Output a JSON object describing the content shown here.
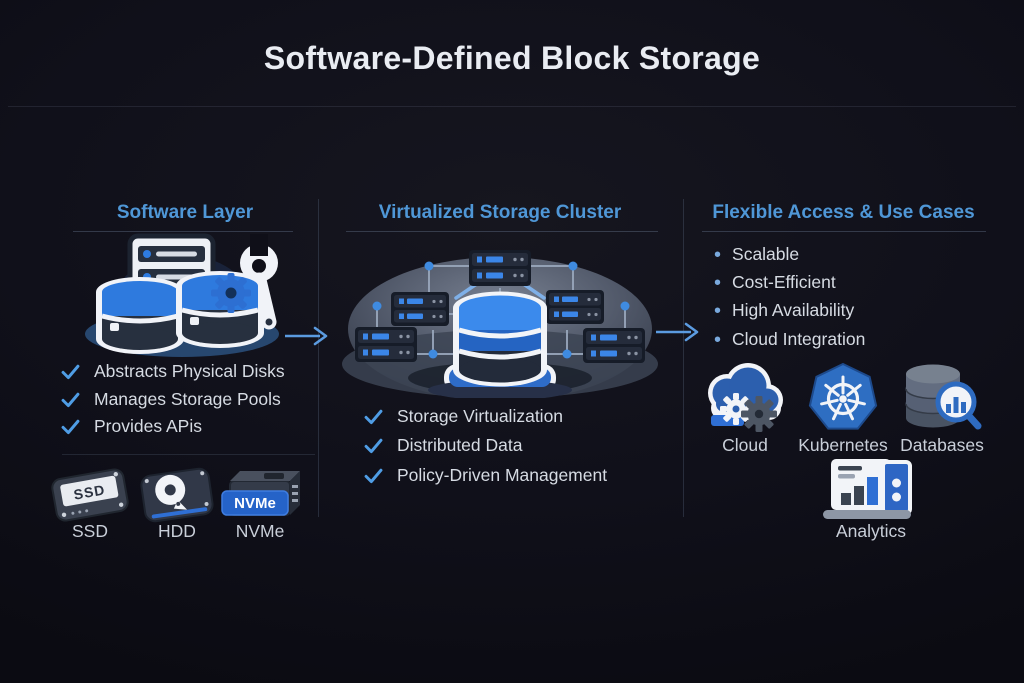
{
  "title": "Software-Defined Block Storage",
  "sections": {
    "software_layer": {
      "header": "Software Layer",
      "checklist": [
        "Abstracts Physical Disks",
        "Manages Storage Pools",
        "Provides APis"
      ],
      "drives": [
        {
          "label": "SSD",
          "icon_text": "SSD"
        },
        {
          "label": "HDD"
        },
        {
          "label": "NVMe",
          "icon_text": "NVMe"
        }
      ]
    },
    "virtualized_cluster": {
      "header": "Virtualized Storage Cluster",
      "checklist": [
        "Storage Virtualization",
        "Distributed Data",
        "Policy-Driven Management"
      ]
    },
    "flexible_access": {
      "header": "Flexible Access & Use Cases",
      "bullets": [
        "Scalable",
        "Cost-Efficient",
        "High Availability",
        "Cloud Integration"
      ],
      "use_case_icons": [
        {
          "label": "Cloud"
        },
        {
          "label": "Kubernetes"
        },
        {
          "label": "Databases"
        },
        {
          "label": "Analytics"
        }
      ]
    }
  },
  "colors": {
    "background": "#10101a",
    "title_text": "#e9ecf2",
    "header_accent": "#4f97d7",
    "body_text": "#d6dbe3",
    "check_blue": "#4f9de5",
    "icon_blue": "#2e6fd3",
    "db_blue_bright": "#3b8aec",
    "dark_navy": "#27303f",
    "divider": "rgba(128,148,180,0.22)"
  }
}
